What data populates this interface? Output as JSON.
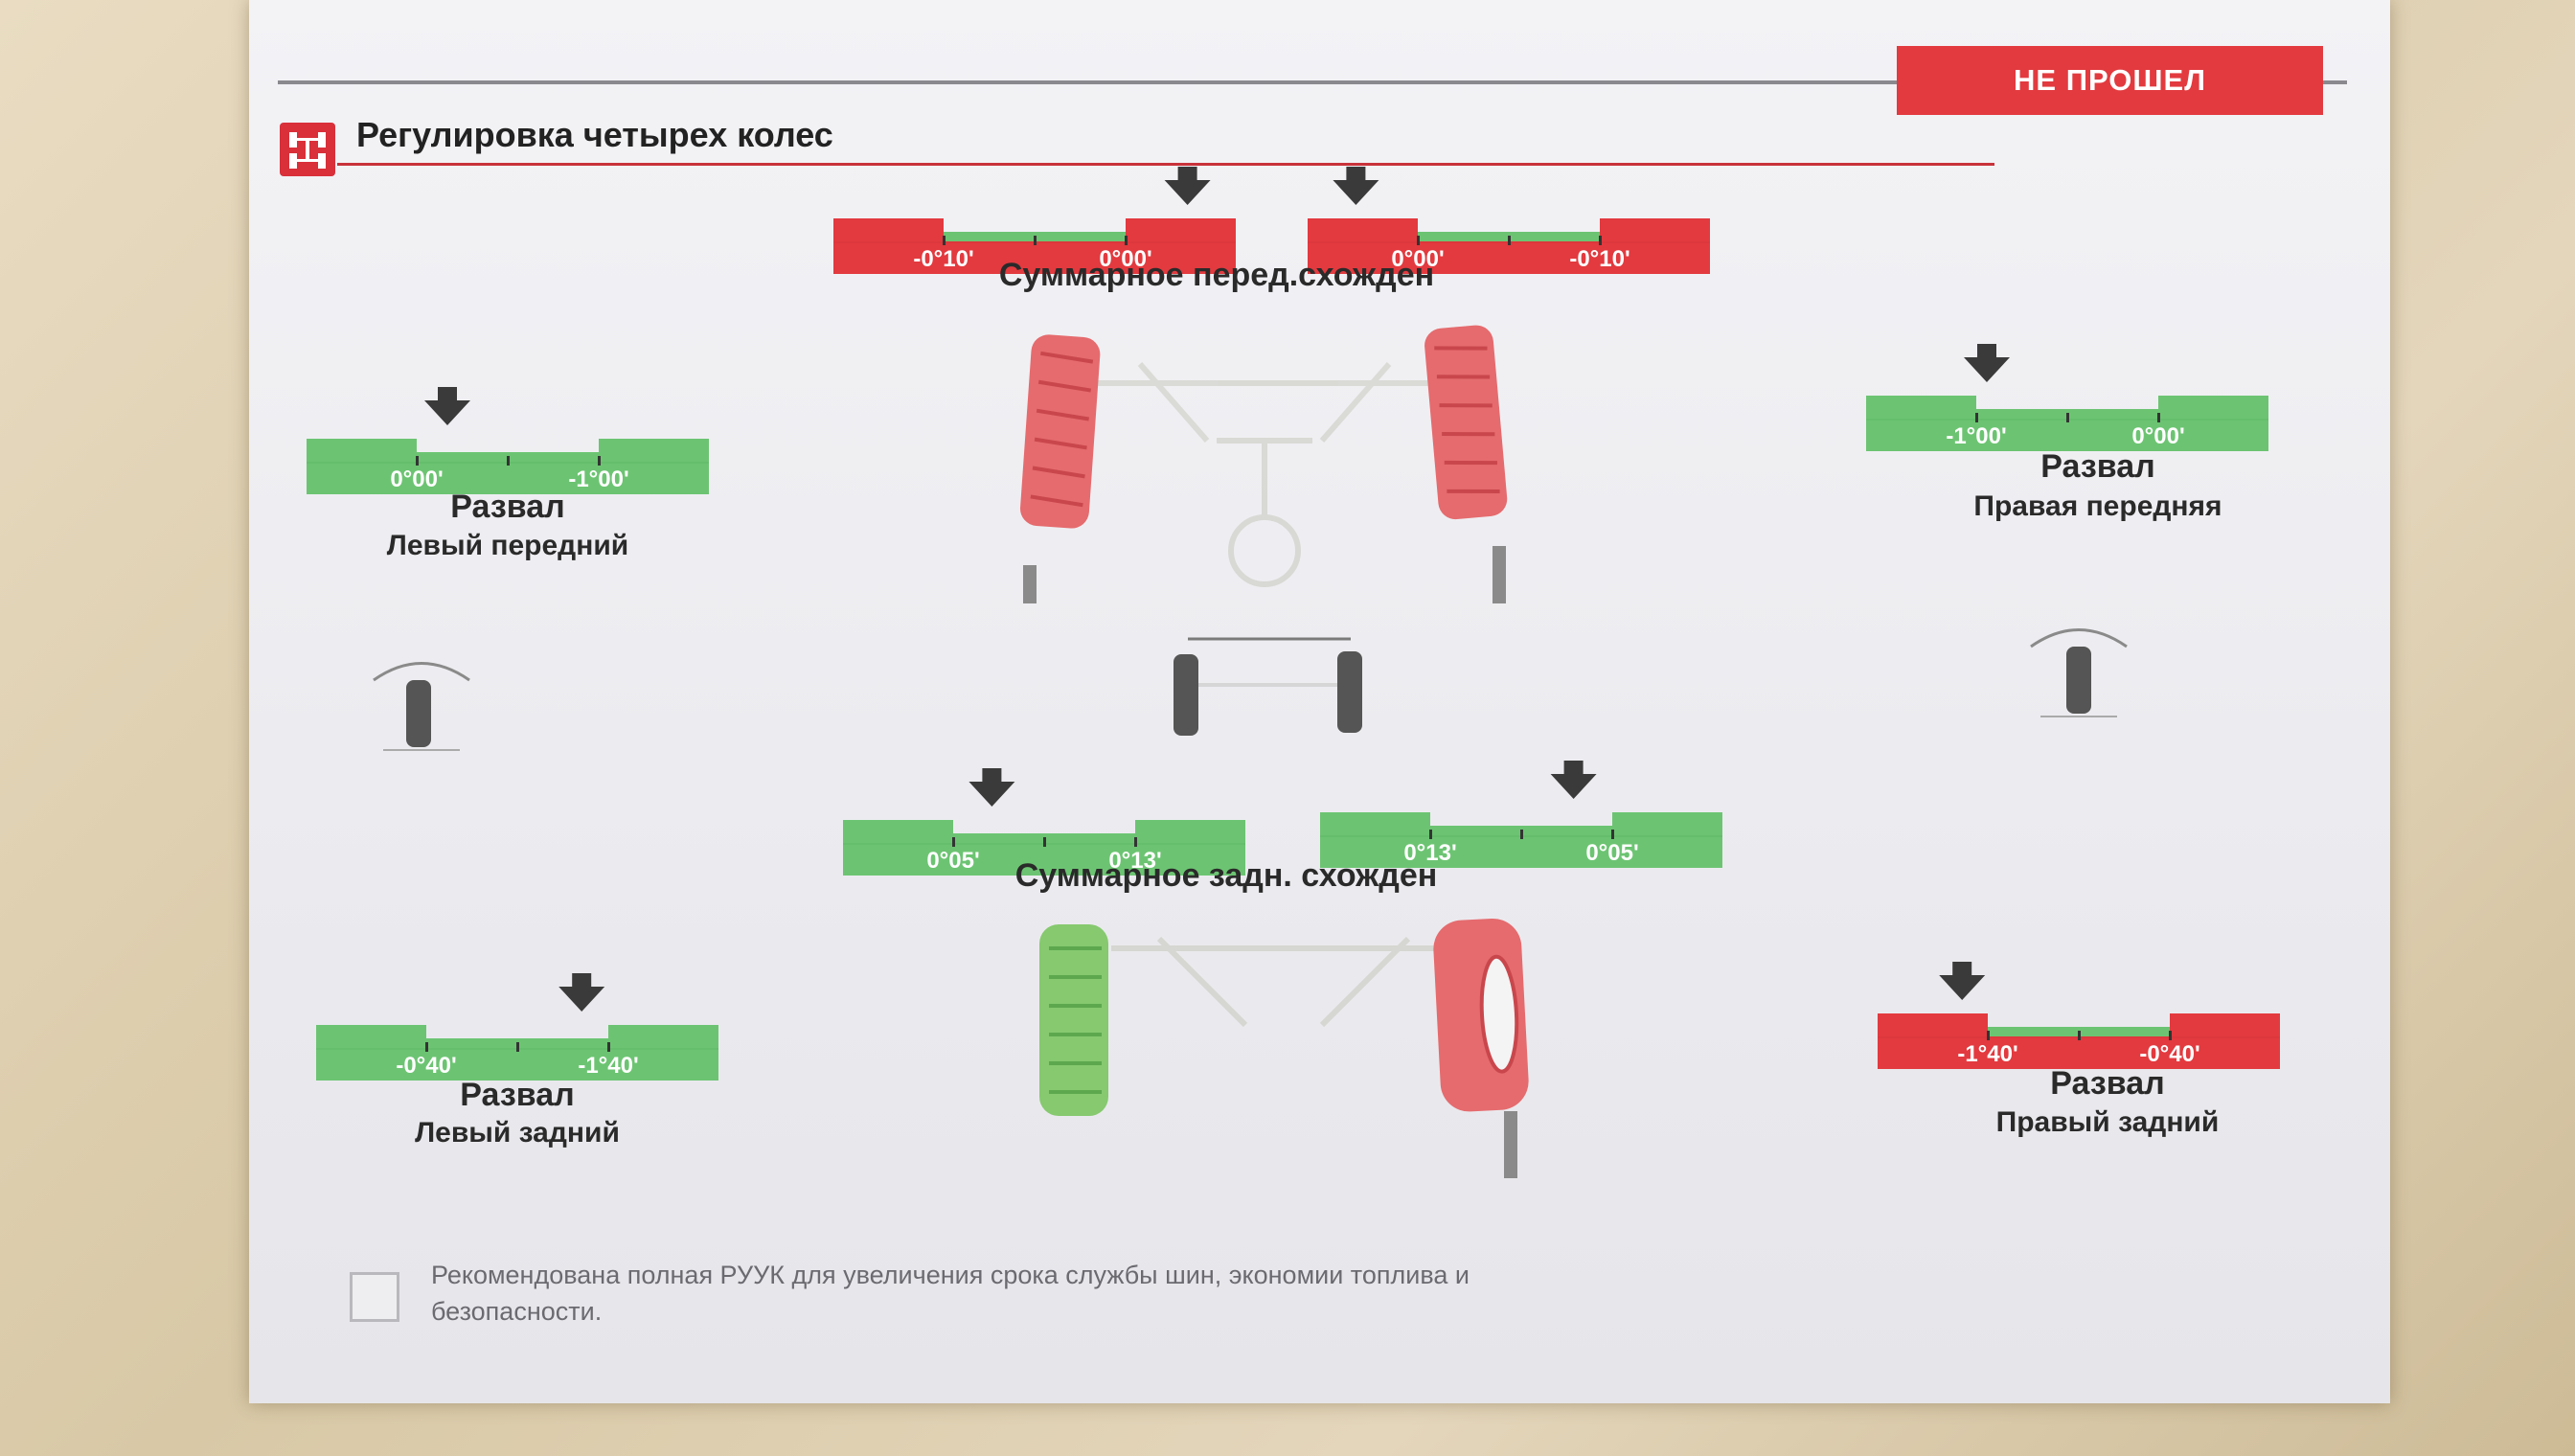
{
  "header": {
    "status": "НЕ ПРОШЕЛ",
    "title": "Регулировка четырех колес"
  },
  "colors": {
    "fail": "#e23a3f",
    "pass": "#6cc472",
    "pass_dark": "#5db863",
    "fail_dark": "#d8333a"
  },
  "icons": {
    "section": "wheel-alignment-icon",
    "pointer": "arrow-down-icon",
    "checkbox": "checkbox-icon"
  },
  "front_total_toe": {
    "label": "Суммарное перед.схожден",
    "left": {
      "status": "fail",
      "ticks": [
        "-0°10'",
        "0°00'"
      ],
      "pointer": 0.88
    },
    "right": {
      "status": "fail",
      "ticks": [
        "0°00'",
        "-0°10'"
      ],
      "pointer": 0.12
    }
  },
  "rear_total_toe": {
    "label": "Суммарное задн. схожден",
    "left": {
      "status": "pass",
      "ticks": [
        "0°05'",
        "0°13'"
      ],
      "pointer": 0.37
    },
    "right": {
      "status": "pass",
      "ticks": [
        "0°13'",
        "0°05'"
      ],
      "pointer": 0.63
    }
  },
  "camber_left_front": {
    "label": "Развал",
    "sublabel": "Левый передний",
    "status": "pass",
    "ticks": [
      "0°00'",
      "-1°00'"
    ],
    "pointer": 0.35
  },
  "camber_right_front": {
    "label": "Развал",
    "sublabel": "Правая передняя",
    "status": "pass",
    "ticks": [
      "-1°00'",
      "0°00'"
    ],
    "pointer": 0.3
  },
  "camber_left_rear": {
    "label": "Развал",
    "sublabel": "Левый задний",
    "status": "pass",
    "ticks": [
      "-0°40'",
      "-1°40'"
    ],
    "pointer": 0.66
  },
  "camber_right_rear": {
    "label": "Развал",
    "sublabel": "Правый задний",
    "status": "fail",
    "ticks": [
      "-1°40'",
      "-0°40'"
    ],
    "pointer": 0.21
  },
  "recommendation": {
    "text": "Рекомендована полная РУУК для увеличения срока службы шин, экономии топлива и безопасности."
  }
}
